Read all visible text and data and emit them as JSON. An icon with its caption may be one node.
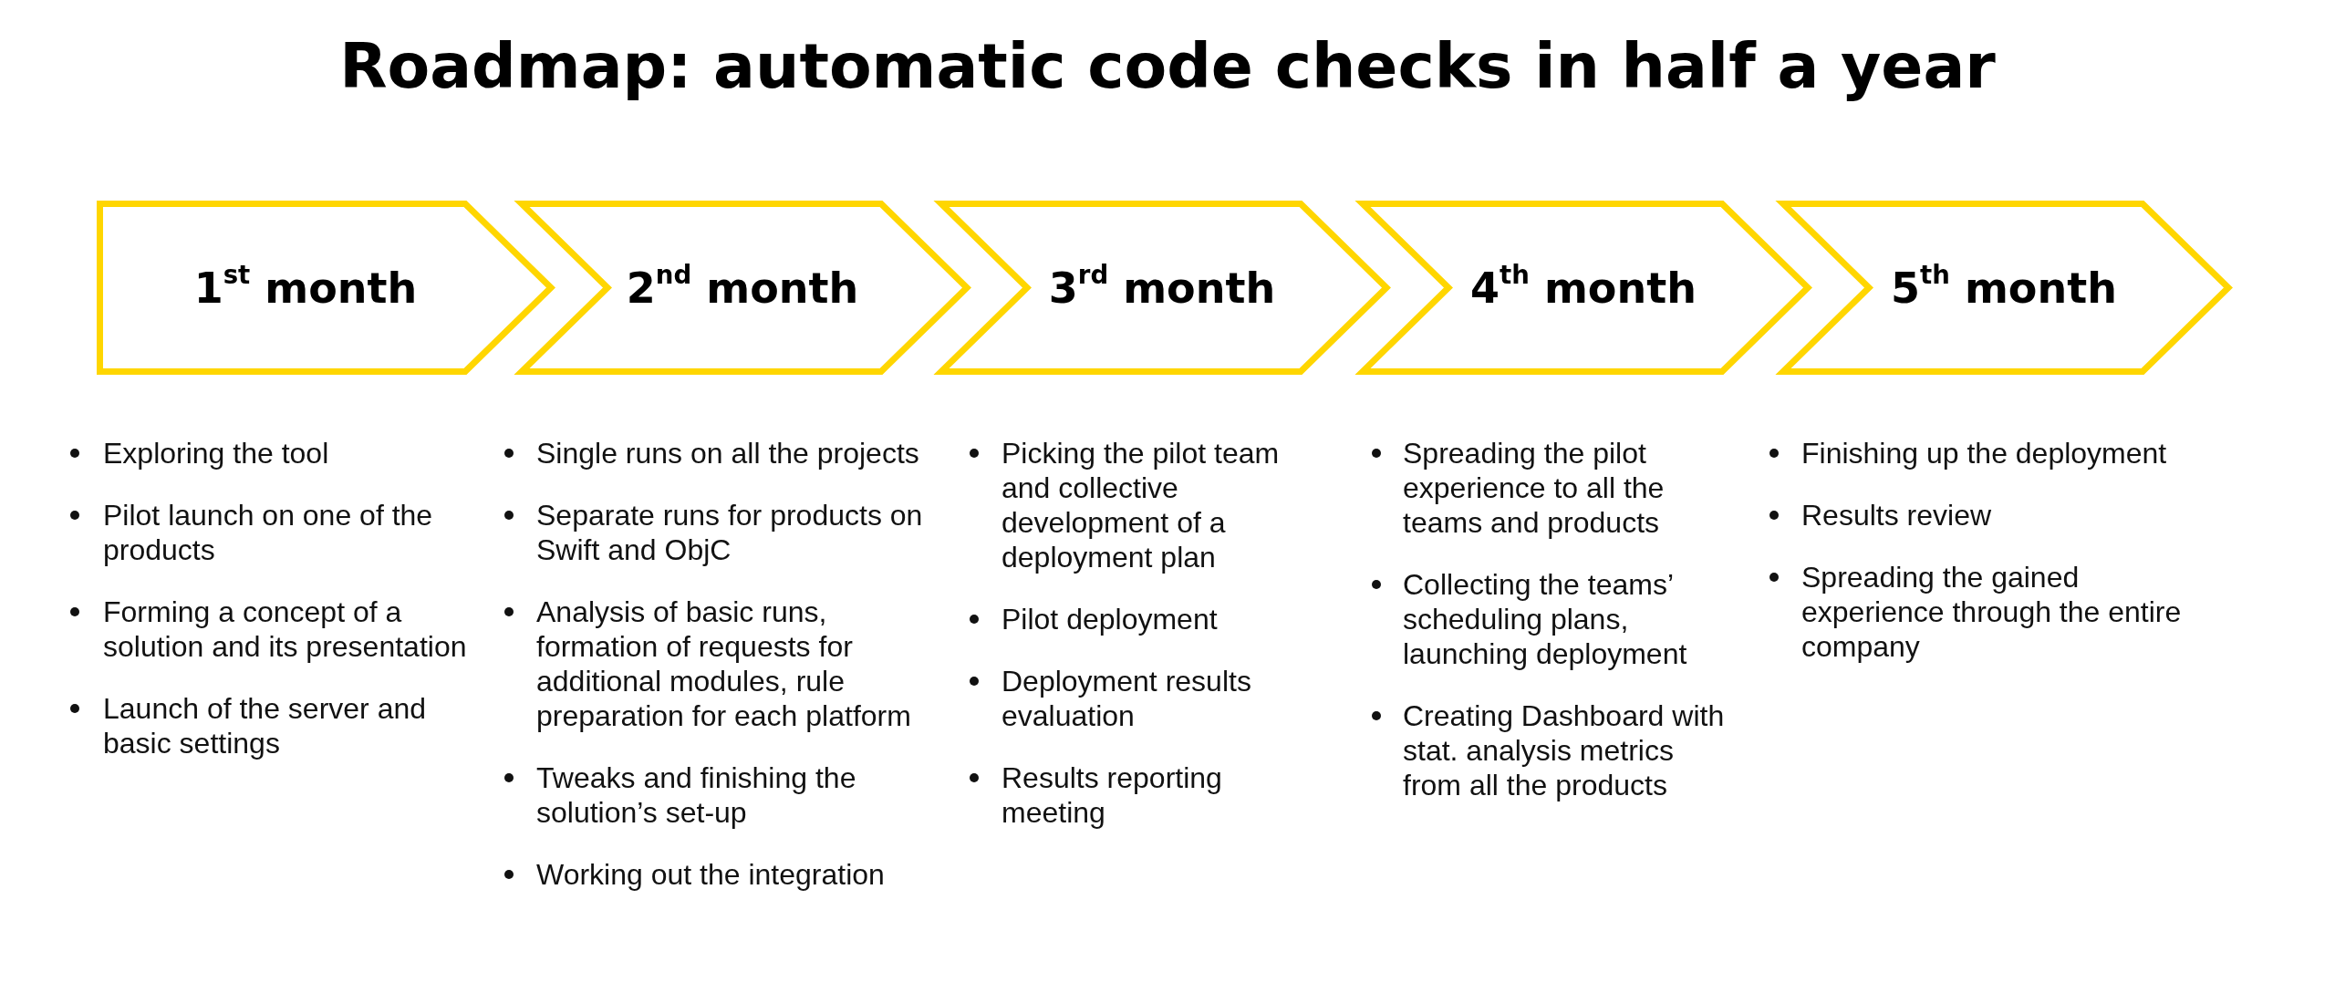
{
  "diagram": {
    "title": "Roadmap: automatic code checks in half a year",
    "nodes": [
      {
        "text": [
          "1$^{st}$ month"
        ],
        "beside": [
          "Exploring the tool",
          "Pilot launch on one of the products",
          "Forming a concept of a solution and its presentation",
          "Launch of the server and basic settings"
        ]
      },
      {
        "text": [
          "2$^{nd}$ month"
        ],
        "beside": [
          "Single runs on all the projects",
          "Separate runs for products on Swift and ObjC",
          "Analysis of basic runs, formation of requests for additional modules, rule preparation for each platform",
          "Tweaks and finishing the solution’s set-up",
          "Working out the integration"
        ]
      },
      {
        "text": [
          "3$^{rd}$ month"
        ],
        "beside": [
          "Picking the pilot team and collective development of a deployment plan",
          "Pilot deployment",
          "Deployment results evaluation",
          "Results reporting meeting"
        ]
      },
      {
        "text": [
          "4$^{th}$ month"
        ],
        "beside": [
          "Spreading the pilot experience to all the teams and products",
          "Collecting the teams’ scheduling plans, launching deployment",
          "Creating Dashboard with stat. analysis metrics from all the products"
        ]
      },
      {
        "text": [
          "5$^{th}$ month"
        ],
        "beside": [
          "Finishing up the deployment",
          "Results review",
          "Spreading the gained experience through the entire company"
        ]
      }
    ]
  }
}
